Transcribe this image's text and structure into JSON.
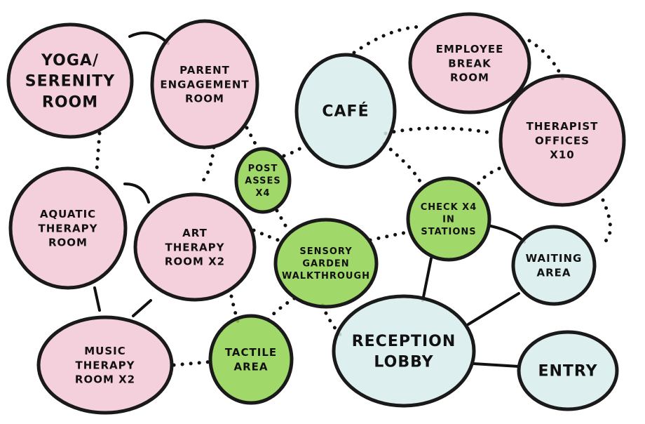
{
  "colors": {
    "pink": "#f2c7d6",
    "blue": "#d8ecec",
    "green": "#8fd14f",
    "ink": "#111111"
  },
  "bubbles": {
    "yoga": {
      "lines": [
        "YOGA/",
        "SERENITY",
        "ROOM"
      ],
      "fill": "pink"
    },
    "parent": {
      "lines": [
        "PARENT",
        "ENGAGEMENT",
        "ROOM"
      ],
      "fill": "pink"
    },
    "cafe": {
      "lines": [
        "CAFÉ"
      ],
      "fill": "blue"
    },
    "employee": {
      "lines": [
        "EMPLOYEE",
        "BREAK",
        "ROOM"
      ],
      "fill": "pink"
    },
    "therapist": {
      "lines": [
        "THERAPIST",
        "OFFICES",
        "X10"
      ],
      "fill": "pink"
    },
    "postasses": {
      "lines": [
        "POST",
        "ASSES",
        "X4"
      ],
      "fill": "green"
    },
    "aquatic": {
      "lines": [
        "AQUATIC",
        "THERAPY",
        "ROOM"
      ],
      "fill": "pink"
    },
    "art": {
      "lines": [
        "ART",
        "THERAPY",
        "ROOM X2"
      ],
      "fill": "pink"
    },
    "sensory": {
      "lines": [
        "SENSORY",
        "GARDEN",
        "WALKTHROUGH"
      ],
      "fill": "green"
    },
    "checkin": {
      "lines": [
        "CHECK X4",
        "IN",
        "STATIONS"
      ],
      "fill": "green"
    },
    "waiting": {
      "lines": [
        "WAITING",
        "AREA"
      ],
      "fill": "blue"
    },
    "music": {
      "lines": [
        "MUSIC",
        "THERAPY",
        "ROOM X2"
      ],
      "fill": "pink"
    },
    "tactile": {
      "lines": [
        "TACTILE",
        "AREA"
      ],
      "fill": "green"
    },
    "reception": {
      "lines": [
        "RECEPTION",
        "LOBBY"
      ],
      "fill": "blue"
    },
    "entry": {
      "lines": [
        "ENTRY"
      ],
      "fill": "blue"
    }
  }
}
